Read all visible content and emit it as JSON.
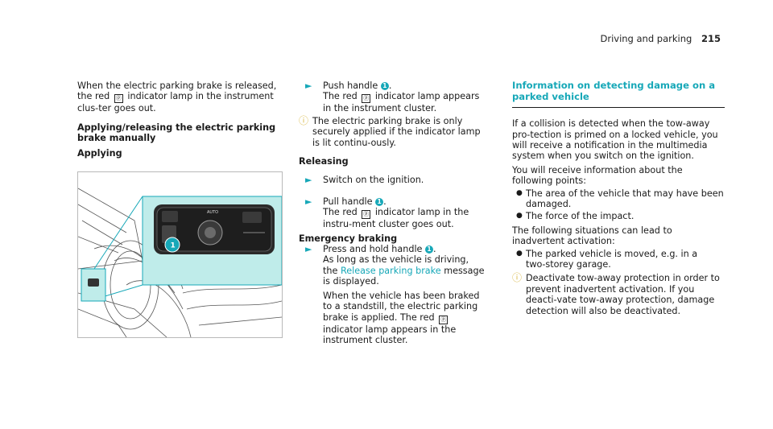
{
  "header": {
    "section": "Driving and parking",
    "page_number": "215"
  },
  "left_col": {
    "intro_part1": "When the electric parking brake is released, the",
    "intro_red": "red",
    "intro_part2": "indicator lamp in the instrument clus‑ter goes out.",
    "heading": "Applying/releasing the electric parking brake manually",
    "subheading": "Applying"
  },
  "figure": {
    "callout": "1",
    "icon": "parking-brake-symbol",
    "panel_auto_label": "AUTO"
  },
  "mid_col": {
    "step1_prefix": "Push handle",
    "step1_num": "1",
    "step1_suffix": ".",
    "step1_line2a": "The red",
    "step1_line2b": "indicator lamp appears in the instrument cluster.",
    "info1": "The electric parking brake is only securely applied if the indicator lamp is lit continu‑ously.",
    "releasing_heading": "Releasing",
    "step2": "Switch on the ignition.",
    "step3_prefix": "Pull handle",
    "step3_num": "1",
    "step3_suffix": ".",
    "step3_line2a": "The red",
    "step3_line2b": "indicator lamp in the instru‑ment cluster goes out.",
    "emergency_heading": "Emergency braking",
    "step4_prefix": "Press and hold handle",
    "step4_num": "1",
    "step4_suffix": ".",
    "step4_line2a": "As long as the vehicle is driving, the",
    "step4_link": "Release parking brake",
    "step4_line2b": "message is displayed.",
    "step4_para": "When the vehicle has been braked to a standstill, the electric parking brake is applied. The red",
    "step4_para_end": "indicator lamp appears in the instrument cluster."
  },
  "right_col": {
    "heading": "Information on detecting damage on a parked vehicle",
    "para1": "If a collision is detected when the tow‑away pro‑tection is primed on a locked vehicle, you will receive a notification in the multimedia system when you switch on the ignition.",
    "para2": "You will receive information about the following points:",
    "bullets1": [
      "The area of the vehicle that may have been damaged.",
      "The force of the impact."
    ],
    "para3": "The following situations can lead to inadvertent activation:",
    "bullets2": [
      "The parked vehicle is moved, e.g. in a two‑storey garage."
    ],
    "info": "Deactivate tow‑away protection in order to prevent inadvertent activation. If you deacti‑vate tow‑away protection, damage detection will also be deactivated."
  },
  "colors": {
    "accent": "#17a8b8",
    "info_icon": "#d7b640",
    "figure_panel_bg": "#bfecea"
  }
}
